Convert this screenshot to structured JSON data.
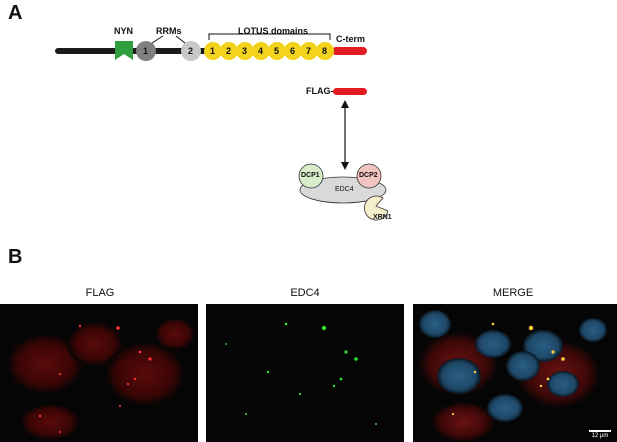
{
  "panel_a": {
    "letter": "A",
    "labels": {
      "nyn": "NYN",
      "rrms": "RRMs",
      "lotus": "LOTUS domains",
      "cterm": "C-term",
      "flag": "FLAG-",
      "dcp1": "DCP1",
      "dcp2": "DCP2",
      "edc4": "EDC4",
      "xrn1": "XRN1"
    },
    "rrm_numbers": [
      "1",
      "2"
    ],
    "lotus_numbers": [
      "1",
      "2",
      "3",
      "4",
      "5",
      "6",
      "7",
      "8"
    ],
    "colors": {
      "backbone": "#1a1a1a",
      "nyn": "#2e9e3e",
      "rrm1": "#808080",
      "rrm2": "#c8c8c8",
      "lotus": "#f2d21b",
      "cterm": "#e31b23",
      "dcp1": "#d8ecc9",
      "dcp2": "#f2c4c0",
      "edc4": "#d9d9d9",
      "xrn1": "#f4eecd"
    }
  },
  "panel_b": {
    "letter": "B",
    "titles": [
      "FLAG",
      "EDC4",
      "MERGE"
    ],
    "scale_bar": "12 µm"
  }
}
